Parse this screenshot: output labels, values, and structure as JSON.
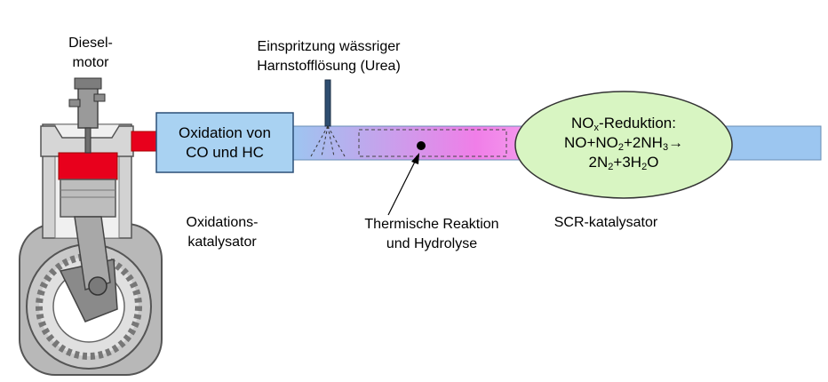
{
  "labels": {
    "engine_line1": "Diesel-",
    "engine_line2": "motor",
    "injection_line1": "Einspritzung wässriger",
    "injection_line2": "Harnstofflösung (Urea)",
    "oxidation_box_line1": "Oxidation von",
    "oxidation_box_line2": "CO und HC",
    "oxcat_line1": "Oxidations-",
    "oxcat_line2": "katalysator",
    "thermal_line1": "Thermische Reaktion",
    "thermal_line2": "und Hydrolyse",
    "scr_label": "SCR-katalysator"
  },
  "scr_ellipse": {
    "title_prefix": "NO",
    "title_sub": "x",
    "title_suffix": "-Reduktion:",
    "eq1_a": "NO+NO",
    "eq1_sub1": "2",
    "eq1_b": "+2NH",
    "eq1_sub2": "3",
    "eq1_arrow": "→",
    "eq2_a": "2N",
    "eq2_sub1": "2",
    "eq2_b": "+3H",
    "eq2_sub2": "2",
    "eq2_c": "O"
  },
  "colors": {
    "pipe_blue": "#9cc6f0",
    "pipe_pink": "#f07ee8",
    "oxidation_box": "#a9d2f2",
    "scr_ellipse": "#d8f5c2",
    "exhaust_red": "#e8001c",
    "nozzle": "#2e4d70"
  }
}
